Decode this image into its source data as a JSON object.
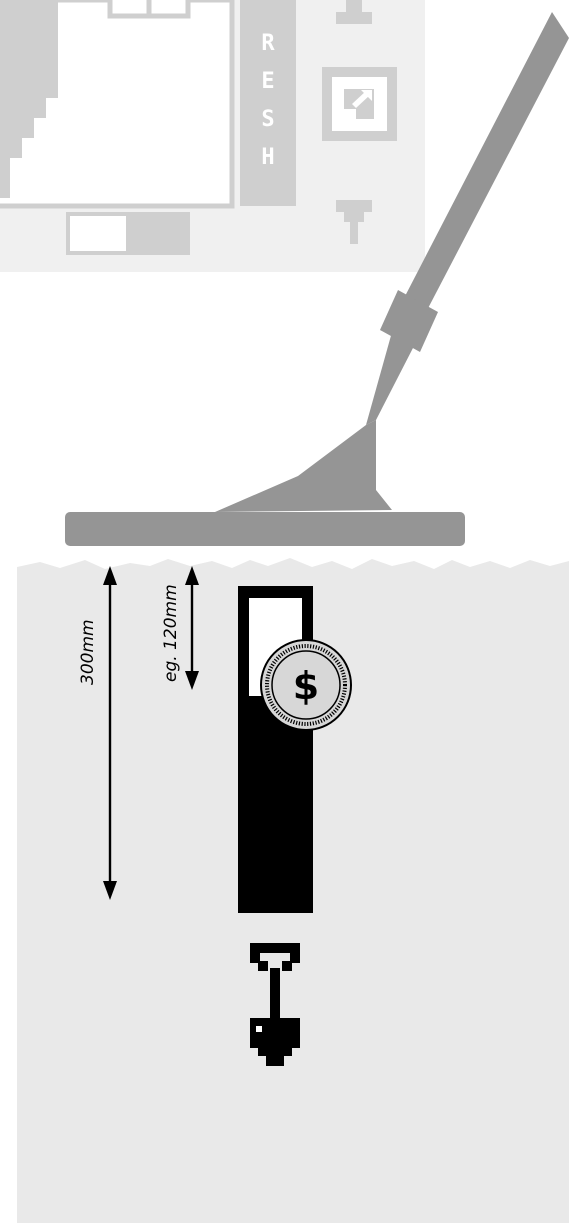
{
  "detector_screen": {
    "vertical_text": "RESH"
  },
  "dimensions": {
    "total_depth_label": "300mm",
    "example_depth_label": "eg. 120mm"
  },
  "coin": {
    "symbol": "$"
  },
  "icons": {
    "shovel": "shovel-icon",
    "coin": "coin-icon",
    "pinpoint": "pinpoint-icon",
    "arrow_up": "arrow-up-icon",
    "arrow_down": "arrow-down-icon"
  },
  "colors": {
    "ground": "#e9e9e9",
    "detector": "#959595",
    "screen_panel": "#f0f0f0",
    "screen_line": "#cfcfcf",
    "hole": "#000000",
    "coin_face": "#d7d7d7"
  }
}
